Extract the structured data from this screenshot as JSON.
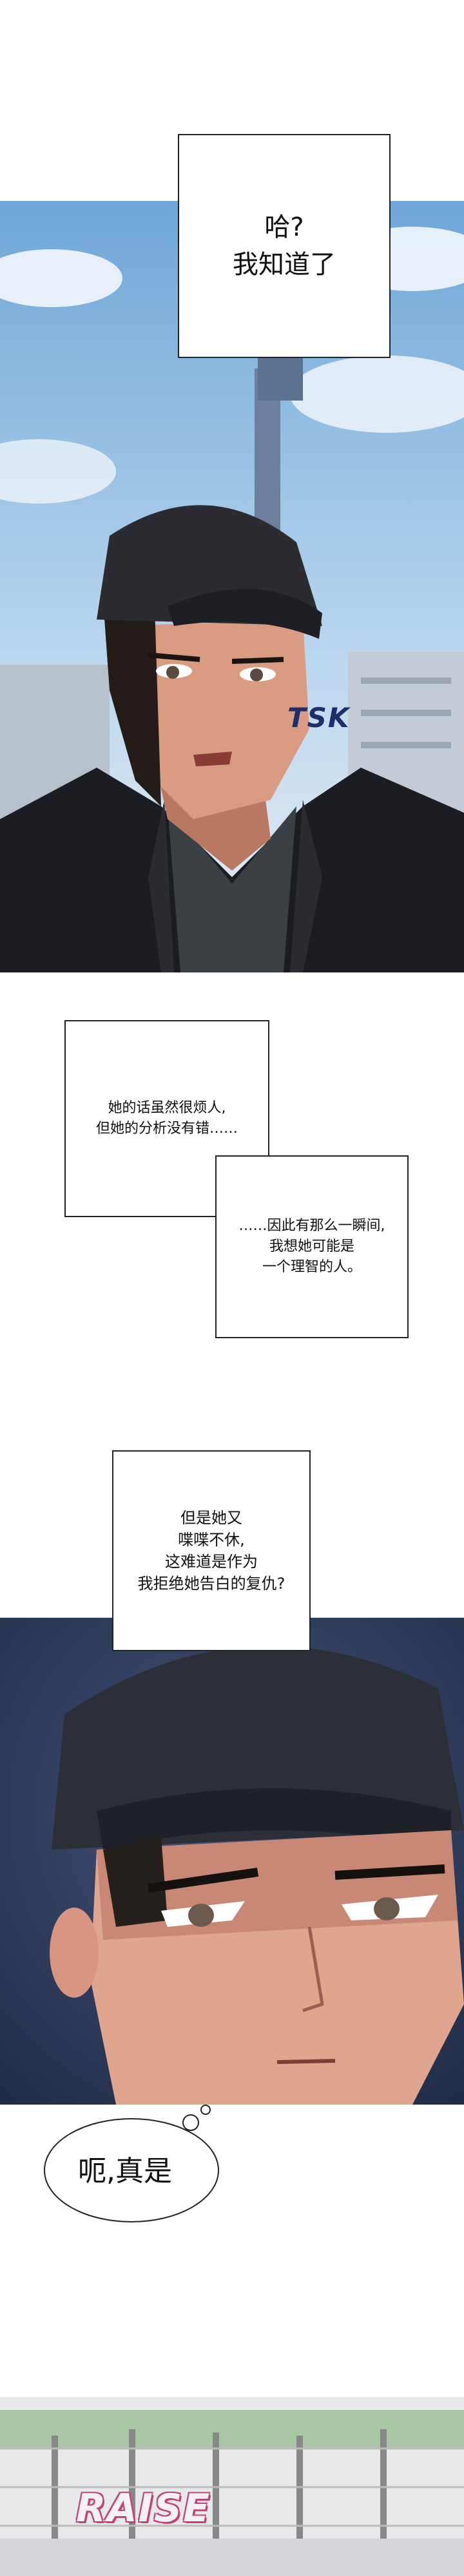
{
  "panel1": {
    "caption_lines": [
      "哈?",
      "我知道了"
    ],
    "sfx": "TSK"
  },
  "narration1": {
    "lines": [
      "她的话虽然很烦人,",
      "但她的分析没有错……"
    ]
  },
  "narration2": {
    "lines": [
      "……因此有那么一瞬间,",
      "我想她可能是",
      "一个理智的人。"
    ]
  },
  "narration3": {
    "lines": [
      "但是她又",
      "喋喋不休,",
      "这难道是作为",
      "我拒绝她告白的复仇?"
    ]
  },
  "thought_bubble": {
    "text": "呃,真是"
  },
  "panel3": {
    "sfx": "RAISE"
  },
  "colors": {
    "sky": "#7fb2de",
    "jacket": "#1c1d22",
    "cap": "#2b2c31",
    "skin": "#d89a80",
    "sfx_tsk": "#1d2f6b",
    "sfx_raise_outline": "#c2437a"
  }
}
